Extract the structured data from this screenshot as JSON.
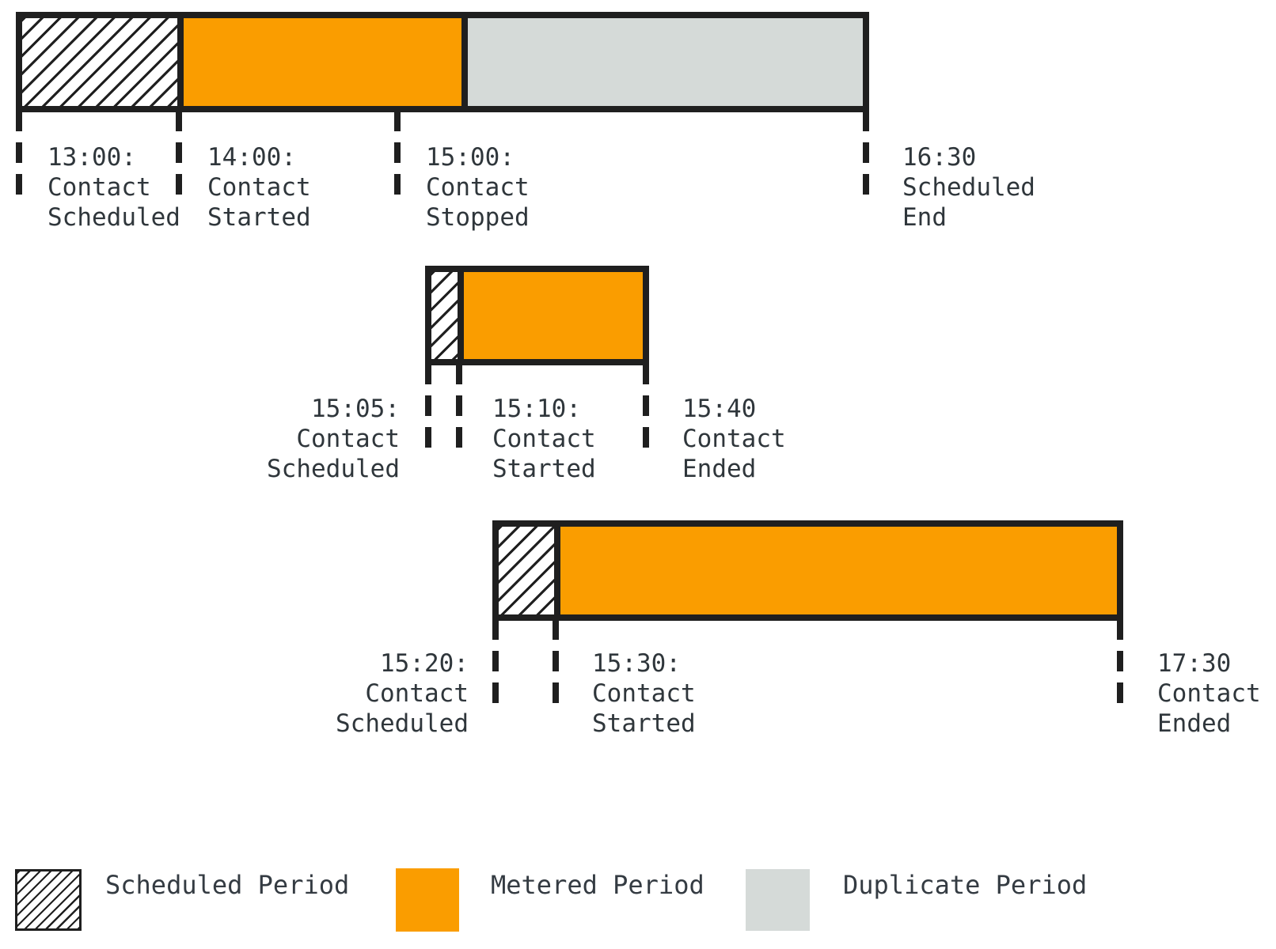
{
  "diagram": {
    "type": "timeline-metering-diagram",
    "timelines": [
      {
        "id": "first-contact",
        "events": [
          {
            "time": "13:00",
            "event": "Contact Scheduled",
            "label": "13:00:\nContact\nScheduled"
          },
          {
            "time": "14:00",
            "event": "Contact Started",
            "label": "14:00:\nContact\nStarted"
          },
          {
            "time": "15:00",
            "event": "Contact Stopped",
            "label": "15:00:\nContact\nStopped"
          },
          {
            "time": "16:30",
            "event": "Scheduled End",
            "label": "16:30\nScheduled\nEnd"
          }
        ],
        "segments": [
          {
            "period": "Scheduled Period",
            "from": "13:00",
            "to": "14:00"
          },
          {
            "period": "Metered Period",
            "from": "14:00",
            "to": "15:00"
          },
          {
            "period": "Duplicate Period",
            "from": "15:00",
            "to": "16:30"
          }
        ]
      },
      {
        "id": "second-contact",
        "events": [
          {
            "time": "15:05",
            "event": "Contact Scheduled",
            "label": "15:05:\nContact\nScheduled"
          },
          {
            "time": "15:10",
            "event": "Contact Started",
            "label": "15:10:\nContact\nStarted"
          },
          {
            "time": "15:40",
            "event": "Contact Ended",
            "label": "15:40\nContact\nEnded"
          }
        ],
        "segments": [
          {
            "period": "Scheduled Period",
            "from": "15:05",
            "to": "15:10"
          },
          {
            "period": "Metered Period",
            "from": "15:10",
            "to": "15:40"
          }
        ]
      },
      {
        "id": "third-contact",
        "events": [
          {
            "time": "15:20",
            "event": "Contact Scheduled",
            "label": "15:20:\nContact\nScheduled"
          },
          {
            "time": "15:30",
            "event": "Contact Started",
            "label": "15:30:\nContact\nStarted"
          },
          {
            "time": "17:30",
            "event": "Contact Ended",
            "label": "17:30\nContact\nEnded"
          }
        ],
        "segments": [
          {
            "period": "Scheduled Period",
            "from": "15:20",
            "to": "15:30"
          },
          {
            "period": "Metered Period",
            "from": "15:30",
            "to": "17:30"
          }
        ]
      }
    ],
    "legend": [
      {
        "swatch": "hatched",
        "label": "Scheduled Period"
      },
      {
        "swatch": "metered",
        "label": "Metered Period"
      },
      {
        "swatch": "duplicate",
        "label": "Duplicate Period"
      }
    ],
    "colors": {
      "metered": "#FA9D00",
      "duplicate": "#D5DAD8",
      "stroke": "#1F1F1F",
      "text": "#343B42"
    }
  }
}
